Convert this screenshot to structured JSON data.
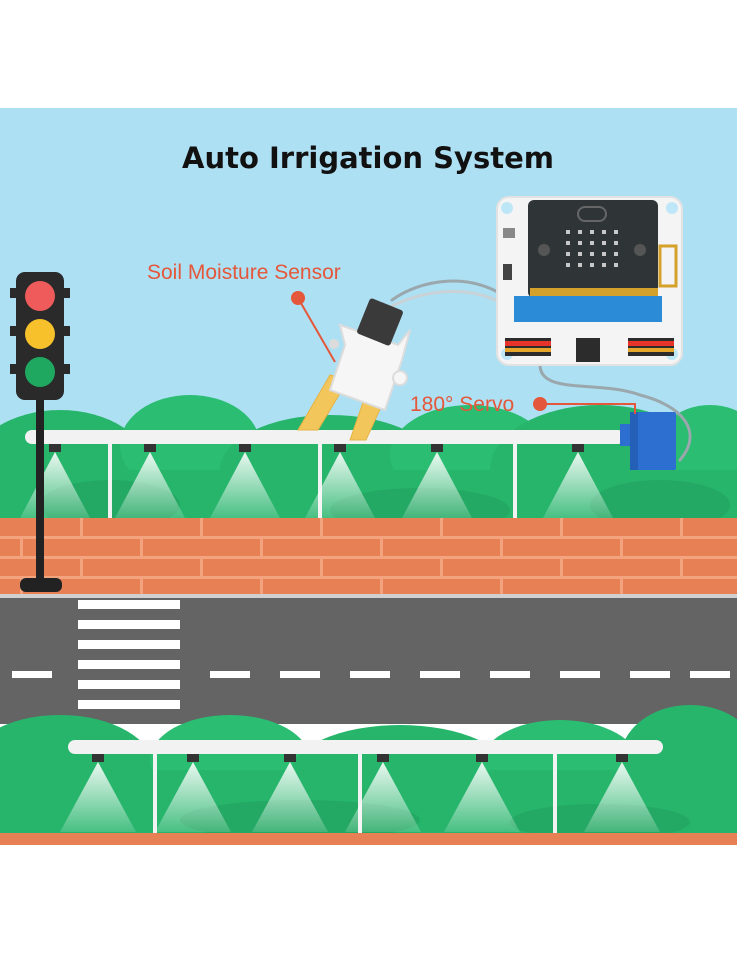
{
  "title": "Auto Irrigation System",
  "labels": {
    "sensor": "Soil Moisture Sensor",
    "servo": "180° Servo"
  },
  "colors": {
    "sky": "#aee0f3",
    "grass": "#27b56c",
    "grass_dark": "#1f9e59",
    "brick": "#e78054",
    "road": "#646464",
    "label": "#e4573a",
    "pipe": "#f2f2f2",
    "servo": "#2d6fd1",
    "board": "#2f3437",
    "sensor_prong": "#f2c65a"
  },
  "icons": {
    "traffic_light": "traffic-light-icon",
    "controller": "microbit-board-icon",
    "sensor": "soil-moisture-sensor-icon",
    "servo": "servo-motor-icon",
    "sprinkler": "sprinkler-nozzle-icon"
  }
}
